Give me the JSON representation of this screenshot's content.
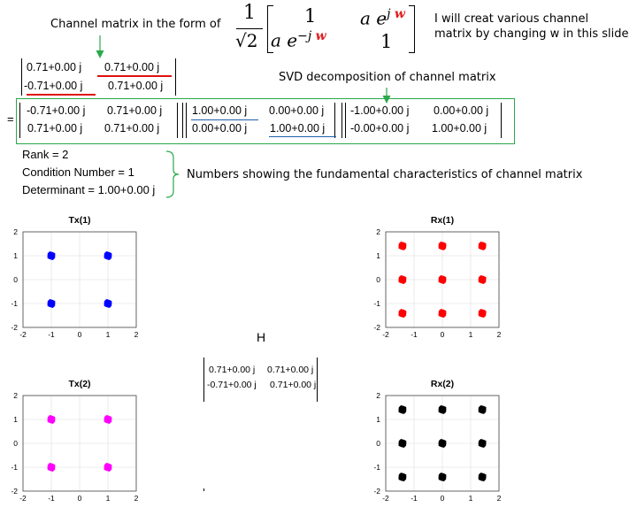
{
  "annotations": {
    "channel_form_label": "Channel matrix in the form of",
    "creat_note_line1": "I will creat various channel",
    "creat_note_line2": "matrix by changing w in this slide",
    "svd_label": "SVD decomposition of channel matrix",
    "fundamental_label": "Numbers showing the fundamental characteristics of channel matrix",
    "h_label": "H"
  },
  "formula": {
    "numerator": "1",
    "denominator": "√2",
    "r1c1": "1",
    "r1c2_a": "a e",
    "r1c2_exp_j": "j",
    "r1c2_exp_w": "w",
    "r2c1_a": "a e",
    "r2c1_exp_j": "−j",
    "r2c1_exp_w": "w",
    "r2c2": "1",
    "w_color": "#e11b1b"
  },
  "channel_matrix": {
    "r1": [
      "0.71+0.00 j",
      "0.71+0.00 j"
    ],
    "r2": [
      "-0.71+0.00 j",
      "0.71+0.00 j"
    ]
  },
  "svd": {
    "equals": "=",
    "U": {
      "r1": [
        "-0.71+0.00 j",
        "0.71+0.00 j"
      ],
      "r2": [
        "0.71+0.00 j",
        "0.71+0.00 j"
      ]
    },
    "S": {
      "r1": [
        "1.00+0.00 j",
        "0.00+0.00 j"
      ],
      "r2": [
        "0.00+0.00 j",
        "1.00+0.00 j"
      ]
    },
    "V": {
      "r1": [
        "-1.00+0.00 j",
        "0.00+0.00 j"
      ],
      "r2": [
        "-0.00+0.00 j",
        "1.00+0.00 j"
      ]
    }
  },
  "stats": {
    "rank": "Rank = 2",
    "condition": "Condition Number = 1",
    "determinant": "Determinant = 1.00+0.00 j"
  },
  "h_matrix": {
    "r1": [
      "0.71+0.00 j",
      "0.71+0.00 j"
    ],
    "r2": [
      "-0.71+0.00 j",
      "0.71+0.00 j"
    ]
  },
  "chart_data": [
    {
      "type": "scatter",
      "title": "Tx(1)",
      "xlim": [
        -2,
        2
      ],
      "ylim": [
        -2,
        2
      ],
      "xticks": [
        "-2",
        "-1",
        "0",
        "1",
        "2"
      ],
      "yticks": [
        "2",
        "1",
        "0",
        "-1",
        "-2"
      ],
      "color": "#0000ff",
      "points": [
        [
          -1,
          1
        ],
        [
          1,
          1
        ],
        [
          -1,
          -1
        ],
        [
          1,
          -1
        ]
      ]
    },
    {
      "type": "scatter",
      "title": "Rx(1)",
      "xlim": [
        -2,
        2
      ],
      "ylim": [
        -2,
        2
      ],
      "xticks": [
        "-2",
        "-1",
        "0",
        "1",
        "2"
      ],
      "yticks": [
        "2",
        "1",
        "0",
        "-1",
        "-2"
      ],
      "color": "#ff0000",
      "points": [
        [
          -1.41,
          1.41
        ],
        [
          0,
          1.41
        ],
        [
          1.41,
          1.41
        ],
        [
          -1.41,
          0
        ],
        [
          0,
          0
        ],
        [
          1.41,
          0
        ],
        [
          -1.41,
          -1.41
        ],
        [
          0,
          -1.41
        ],
        [
          1.41,
          -1.41
        ]
      ]
    },
    {
      "type": "scatter",
      "title": "Tx(2)",
      "xlim": [
        -2,
        2
      ],
      "ylim": [
        -2,
        2
      ],
      "xticks": [
        "-2",
        "-1",
        "0",
        "1",
        "2"
      ],
      "yticks": [
        "2",
        "1",
        "0",
        "-1",
        "-2"
      ],
      "color": "#ff00ff",
      "points": [
        [
          -1,
          1
        ],
        [
          1,
          1
        ],
        [
          -1,
          -1
        ],
        [
          1,
          -1
        ]
      ]
    },
    {
      "type": "scatter",
      "title": "Rx(2)",
      "xlim": [
        -2,
        2
      ],
      "ylim": [
        -2,
        2
      ],
      "xticks": [
        "-2",
        "-1",
        "0",
        "1",
        "2"
      ],
      "yticks": [
        "2",
        "1",
        "0",
        "-1",
        "-2"
      ],
      "color": "#000000",
      "points": [
        [
          -1.41,
          1.41
        ],
        [
          0,
          1.41
        ],
        [
          1.41,
          1.41
        ],
        [
          -1.41,
          0
        ],
        [
          0,
          0
        ],
        [
          1.41,
          0
        ],
        [
          -1.41,
          -1.41
        ],
        [
          0,
          -1.41
        ],
        [
          1.41,
          -1.41
        ]
      ]
    }
  ],
  "colors": {
    "green": "#2aa84a",
    "red_underline": "#e01010",
    "blue_underline": "#1f5fa8"
  }
}
